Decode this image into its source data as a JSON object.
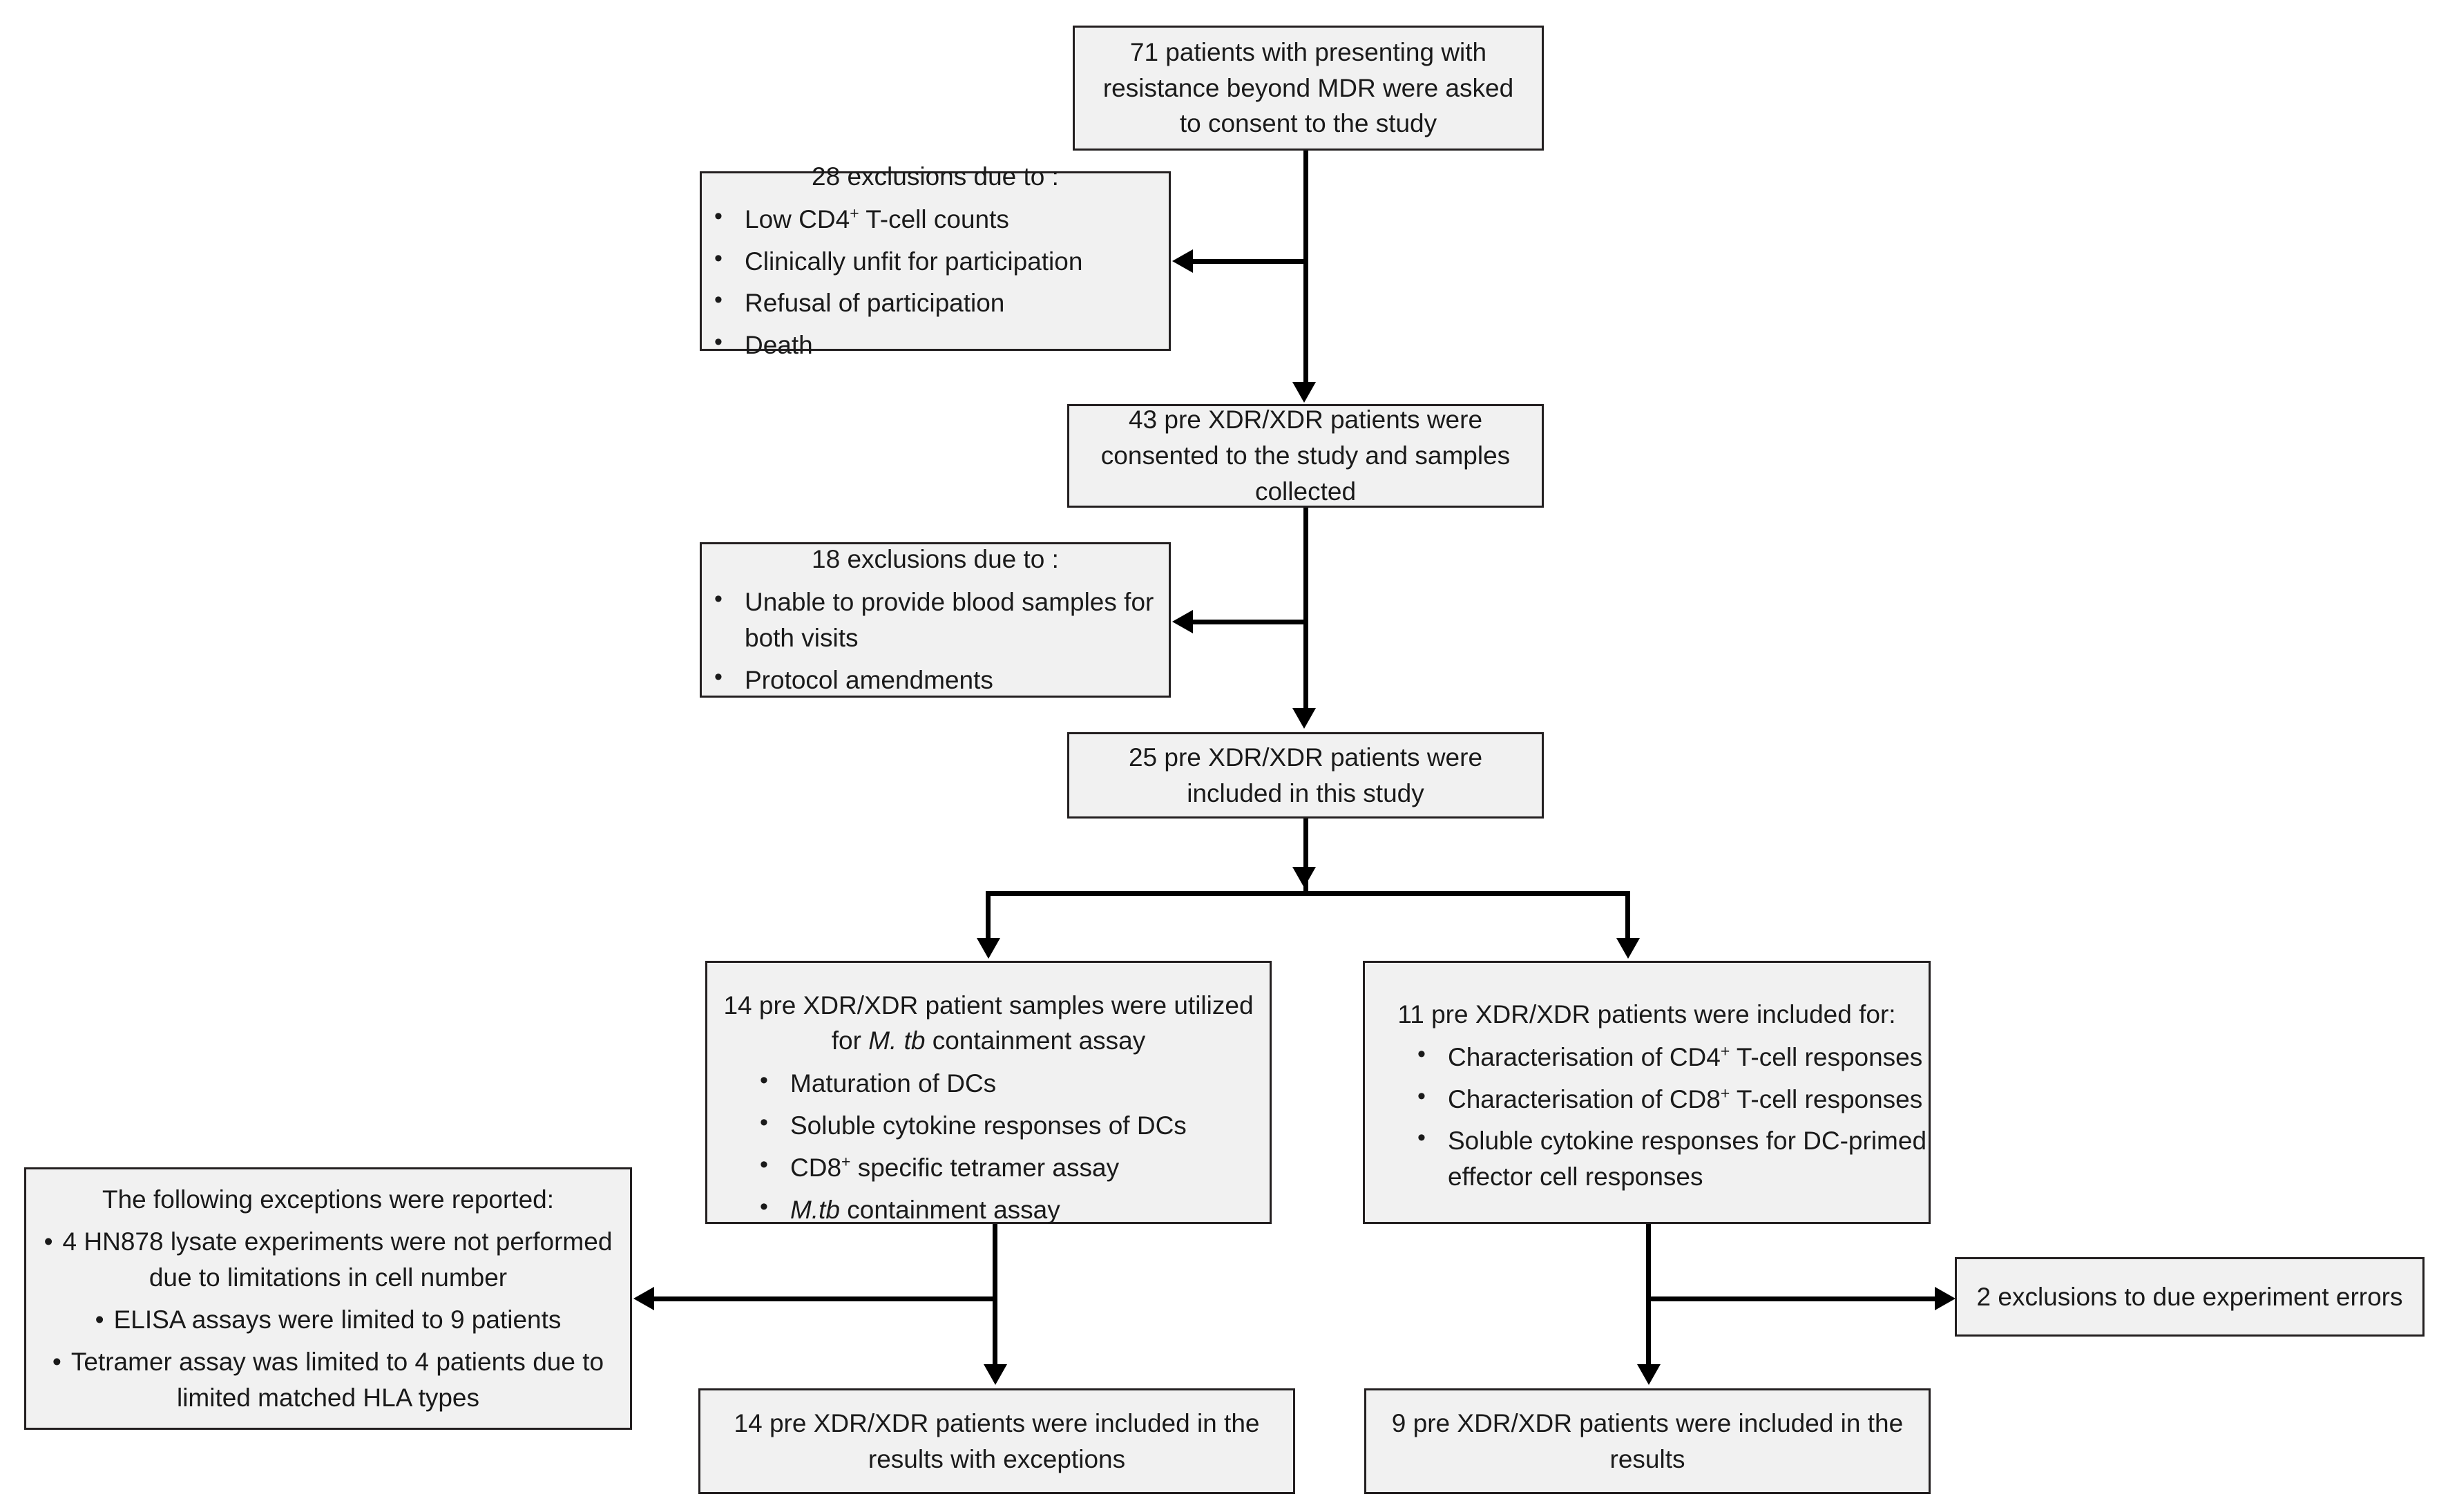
{
  "figure": {
    "type": "flowchart",
    "description": "CONSORT-style patient enrolment and analysis flow diagram for a pre XDR/XDR tuberculosis study",
    "theme": {
      "box_fill": "#f1f1f1",
      "box_border": "#231f20",
      "connector": "#000000",
      "text": "#1a1a1a",
      "background": "#ffffff"
    }
  },
  "nodes": {
    "enrolment": {
      "id": "enrolment",
      "text": "71 patients with presenting with resistance beyond MDR were asked to consent to the study",
      "count": 71
    },
    "exclusions_1": {
      "id": "exclusions-1",
      "title": "28 exclusions due to :",
      "count": 28,
      "items": [
        "Low CD4+ T-cell counts",
        "Clinically unfit for participation",
        "Refusal of participation",
        "Death"
      ]
    },
    "consented": {
      "id": "consented",
      "text": "43 pre XDR/XDR patients were consented to the study and samples collected",
      "count": 43
    },
    "exclusions_2": {
      "id": "exclusions-2",
      "title": "18 exclusions due to :",
      "count": 18,
      "items": [
        "Unable to provide blood samples for both visits",
        "Protocol amendments"
      ]
    },
    "included": {
      "id": "included",
      "text": "25 pre XDR/XDR patients were included in this study",
      "count": 25
    },
    "branch_left": {
      "id": "branch-containment-assay",
      "title_parts": [
        "14 pre XDR/XDR patient samples were utilized for ",
        "M. tb",
        " containment assay"
      ],
      "count": 14,
      "items": [
        "Maturation of DCs",
        "Soluble cytokine responses of DCs",
        "CD8+ specific tetramer assay",
        "M.tb containment assay"
      ]
    },
    "branch_right": {
      "id": "branch-tcell-responses",
      "title": "11 pre XDR/XDR patients were included for:",
      "count": 11,
      "items": [
        "Characterisation of CD4+ T-cell responses",
        "Characterisation of CD8+ T-cell responses",
        "Soluble cytokine responses for DC-primed effector cell responses"
      ]
    },
    "exceptions": {
      "id": "exceptions",
      "title": "The following exceptions were reported:",
      "items": [
        "4 HN878 lysate experiments were not performed due to limitations in cell number",
        "ELISA assays were limited to 9 patients",
        "Tetramer assay was limited to 4 patients due to limited matched HLA types"
      ]
    },
    "exclusions_3": {
      "id": "exclusions-3",
      "text": "2 exclusions to due experiment errors",
      "count": 2
    },
    "result_left": {
      "id": "result-left",
      "text": "14 pre XDR/XDR patients were included in the results with exceptions",
      "count": 14
    },
    "result_right": {
      "id": "result-right",
      "text": "9 pre XDR/XDR patients were included in the results",
      "count": 9
    }
  }
}
